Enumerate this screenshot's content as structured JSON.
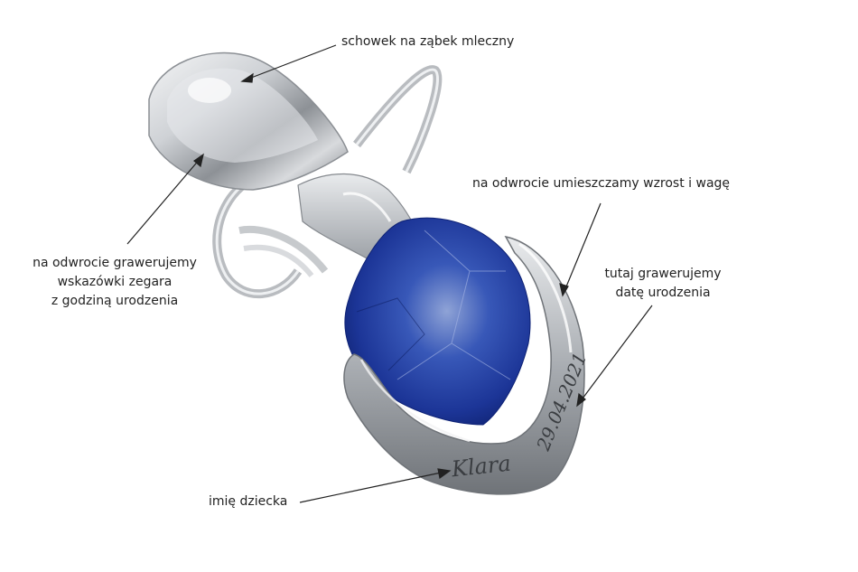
{
  "product": {
    "name": "silver pacifier pendant with blue heart crystal",
    "colors": {
      "silver": "#c9ccd0",
      "crystal": "#1f3fa6",
      "annotation_line": "#222222"
    }
  },
  "annotations": {
    "tooth_compartment": "schowek na ząbek mleczny",
    "clock_back": [
      "na odwrocie grawerujemy",
      "wskazówki zegara",
      "z godziną urodzenia"
    ],
    "height_weight_back": "na odwrocie umieszczamy wzrost i wagę",
    "birth_date": [
      "tutaj grawerujemy",
      "datę urodzenia"
    ],
    "child_name": "imię dziecka"
  },
  "engravings": {
    "name": "Klara",
    "date": "29.04.2021"
  }
}
